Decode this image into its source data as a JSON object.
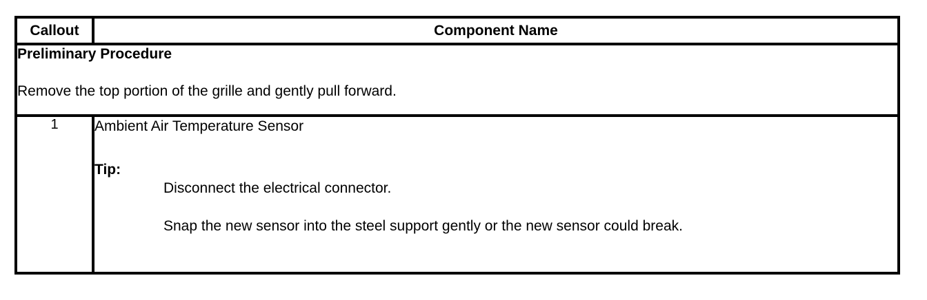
{
  "table": {
    "headers": {
      "callout": "Callout",
      "component_name": "Component Name"
    },
    "preliminary": {
      "title": "Preliminary Procedure",
      "text": "Remove the top portion of the grille and gently pull forward."
    },
    "rows": [
      {
        "callout": "1",
        "component_name": "Ambient Air Temperature Sensor",
        "tip_label": "Tip:",
        "tip_lines": [
          "Disconnect the electrical connector.",
          "Snap the new sensor into the steel support gently or the new sensor could break."
        ]
      }
    ]
  },
  "colors": {
    "border": "#000000",
    "text": "#000000",
    "background": "#ffffff"
  }
}
